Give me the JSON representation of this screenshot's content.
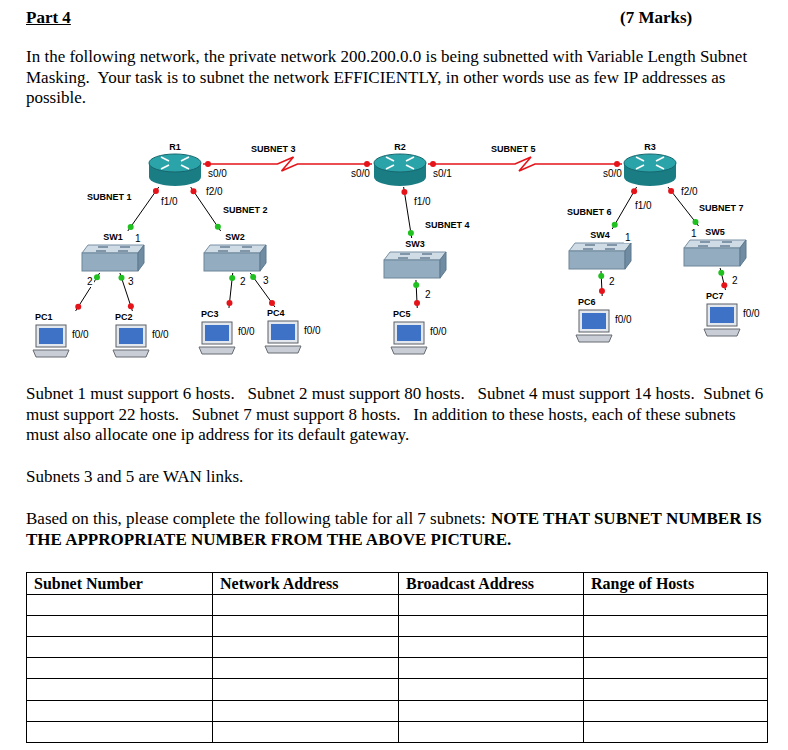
{
  "diagram": {
    "title": "Part 4",
    "nodes": [
      {
        "text": [
          "R1"
        ]
      },
      {
        "text": [
          "R2"
        ]
      },
      {
        "text": [
          "R3"
        ]
      },
      {
        "text": [
          "SW1"
        ]
      },
      {
        "text": [
          "SW2"
        ]
      },
      {
        "text": [
          "SW3"
        ]
      },
      {
        "text": [
          "SW4"
        ]
      },
      {
        "text": [
          "SW5"
        ]
      },
      {
        "text": [
          "PC1",
          "f0/0"
        ]
      },
      {
        "text": [
          "PC2",
          "f0/0"
        ]
      },
      {
        "text": [
          "PC3",
          "f0/0"
        ]
      },
      {
        "text": [
          "PC4",
          "f0/0"
        ]
      },
      {
        "text": [
          "PC5",
          "f0/0"
        ]
      },
      {
        "text": [
          "PC6",
          "f0/0"
        ]
      },
      {
        "text": [
          "PC7",
          "f0/0"
        ]
      }
    ],
    "edges": [
      {
        "from": 0,
        "to": 1,
        "arrow": "none",
        "label": "SUBNET 3"
      },
      {
        "from": 1,
        "to": 2,
        "arrow": "none",
        "label": "SUBNET 5"
      },
      {
        "from": 0,
        "to": 3,
        "arrow": "none",
        "label": "SUBNET 1"
      },
      {
        "from": 0,
        "to": 4,
        "arrow": "none",
        "label": "SUBNET 2"
      },
      {
        "from": 1,
        "to": 5,
        "arrow": "none",
        "label": "SUBNET 4"
      },
      {
        "from": 2,
        "to": 6,
        "arrow": "none",
        "label": "SUBNET 6"
      },
      {
        "from": 2,
        "to": 7,
        "arrow": "none",
        "label": "SUBNET 7"
      },
      {
        "from": 3,
        "to": 8,
        "arrow": "none"
      },
      {
        "from": 3,
        "to": 9,
        "arrow": "none"
      },
      {
        "from": 4,
        "to": 10,
        "arrow": "none"
      },
      {
        "from": 4,
        "to": 11,
        "arrow": "none"
      },
      {
        "from": 5,
        "to": 12,
        "arrow": "none"
      },
      {
        "from": 6,
        "to": 13,
        "arrow": "none"
      },
      {
        "from": 7,
        "to": 14,
        "arrow": "none"
      }
    ],
    "labels": [
      "(7 Marks)",
      "In the following network, the private network 200.200.0.0 is being subnetted with Variable Length Subnet Masking.  Your task is to subnet the network EFFICIENTLY, in other words use as few IP addresses as possible.",
      "s0/0",
      "f1/0",
      "f2/0",
      "s0/0",
      "s0/1",
      "f1/0",
      "s0/0",
      "f1/0",
      "f2/0",
      "1",
      "2",
      "3",
      "2",
      "3",
      "2",
      "1",
      "2",
      "1",
      "2",
      "Subnet 1 must support 6 hosts.   Subnet 2 must support 80 hosts.   Subnet 4 must support 14 hosts.  Subnet 6 must support 22 hosts.   Subnet 7 must support 8 hosts.   In addition to these hosts, each of these subnets must also allocate one ip address for its default gateway.",
      "Subnets 3 and 5 are WAN links.",
      "Based on this, please complete the following table for all 7 subnets:",
      "NOTE THAT SUBNET NUMBER IS THE APPROPRIATE NUMBER FROM THE ABOVE PICTURE.",
      "Subnet Number",
      "Network Address",
      "Broadcast Address",
      "Range of Hosts"
    ]
  }
}
